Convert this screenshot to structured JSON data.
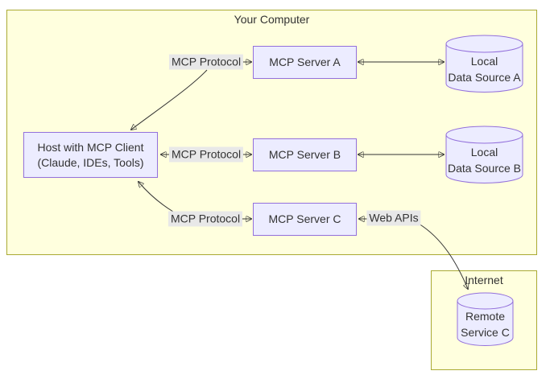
{
  "groups": {
    "computer": {
      "title": "Your Computer"
    },
    "internet": {
      "title": "Internet"
    }
  },
  "nodes": {
    "host": {
      "line1": "Host with MCP Client",
      "line2": "(Claude, IDEs, Tools)"
    },
    "server_a": {
      "label": "MCP Server A"
    },
    "server_b": {
      "label": "MCP Server B"
    },
    "server_c": {
      "label": "MCP Server C"
    },
    "data_source_a": {
      "line1": "Local",
      "line2": "Data Source A"
    },
    "data_source_b": {
      "line1": "Local",
      "line2": "Data Source B"
    },
    "remote_service_c": {
      "line1": "Remote",
      "line2": "Service C"
    }
  },
  "edge_labels": {
    "protocol_a": "MCP Protocol",
    "protocol_b": "MCP Protocol",
    "protocol_c": "MCP Protocol",
    "web_apis": "Web APIs"
  },
  "colors": {
    "group_fill": "#ffffde",
    "group_border": "#aaaa33",
    "node_fill": "#ececff",
    "node_border": "#9370db",
    "edge_label_bg": "#e8e8e8",
    "line": "#333333",
    "text": "#333333"
  }
}
